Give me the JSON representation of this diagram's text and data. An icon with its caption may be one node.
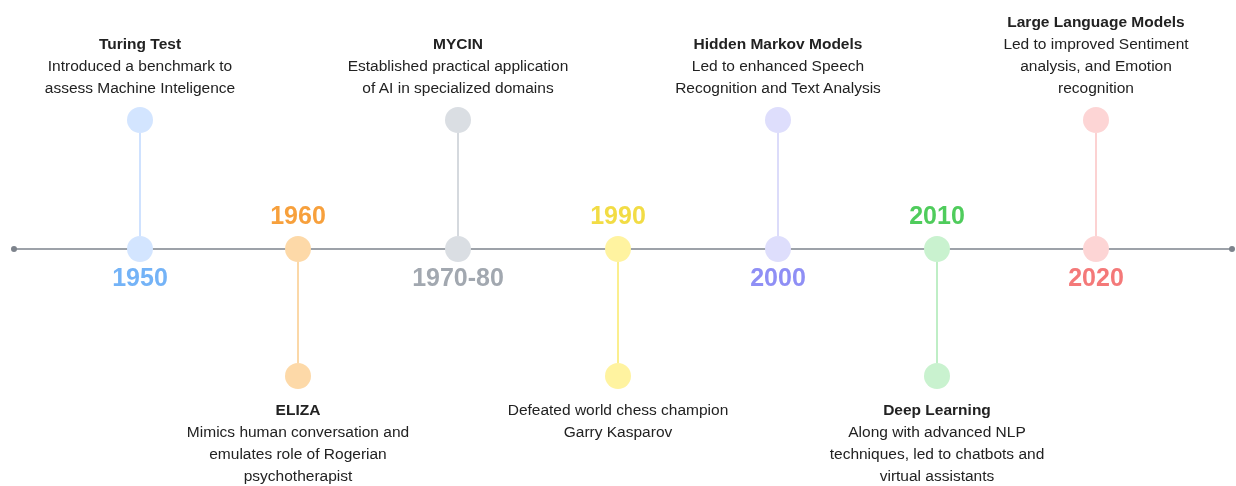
{
  "diagram": {
    "nodes": [
      {
        "text": [],
        "shape": "circle",
        "beside": [
          "Turing Test",
          "Introduced a benchmark to assess Machine Inteligence"
        ]
      },
      {
        "text": [],
        "shape": "circle",
        "beside": [
          "1950"
        ]
      },
      {
        "text": [],
        "shape": "circle",
        "beside": [
          "ELIZA",
          "Mimics human conversation and emulates role of Rogerian psychotherapist"
        ]
      },
      {
        "text": [],
        "shape": "circle",
        "beside": [
          "1960"
        ]
      },
      {
        "text": [],
        "shape": "circle",
        "beside": [
          "MYCIN",
          "Established practical application of AI in specialized domains"
        ]
      },
      {
        "text": [],
        "shape": "circle",
        "beside": [
          "1970-80"
        ]
      },
      {
        "text": [],
        "shape": "circle",
        "beside": [
          "Defeated world chess champion Garry Kasparov"
        ]
      },
      {
        "text": [],
        "shape": "circle",
        "beside": [
          "1990"
        ]
      },
      {
        "text": [],
        "shape": "circle",
        "beside": [
          "Hidden Markov Models",
          "Led to enhanced Speech Recognition and Text Analysis"
        ]
      },
      {
        "text": [],
        "shape": "circle",
        "beside": [
          "2000"
        ]
      },
      {
        "text": [],
        "shape": "circle",
        "beside": [
          "Deep Learning",
          "Along with advanced NLP techniques, led to chatbots and virtual assistants"
        ]
      },
      {
        "text": [],
        "shape": "circle",
        "beside": [
          "2010"
        ]
      },
      {
        "text": [],
        "shape": "circle",
        "beside": [
          "Large Language Models",
          "Led to improved Sentiment analysis, and Emotion recognition"
        ]
      },
      {
        "text": [],
        "shape": "circle",
        "beside": [
          "2020"
        ]
      }
    ],
    "edges": [
      {
        "from": 1,
        "to": 0,
        "arrow": "none",
        "color": "#cfe2ff"
      },
      {
        "from": 3,
        "to": 2,
        "arrow": "none",
        "color": "#fbd8a8"
      },
      {
        "from": 5,
        "to": 4,
        "arrow": "none",
        "color": "#d5d9de"
      },
      {
        "from": 7,
        "to": 6,
        "arrow": "none",
        "color": "#fbef8f"
      },
      {
        "from": 9,
        "to": 8,
        "arrow": "none",
        "color": "#dcdcfa"
      },
      {
        "from": 11,
        "to": 10,
        "arrow": "none",
        "color": "#bfeec6"
      },
      {
        "from": 13,
        "to": 12,
        "arrow": "none",
        "color": "#fcd2d2"
      }
    ]
  }
}
